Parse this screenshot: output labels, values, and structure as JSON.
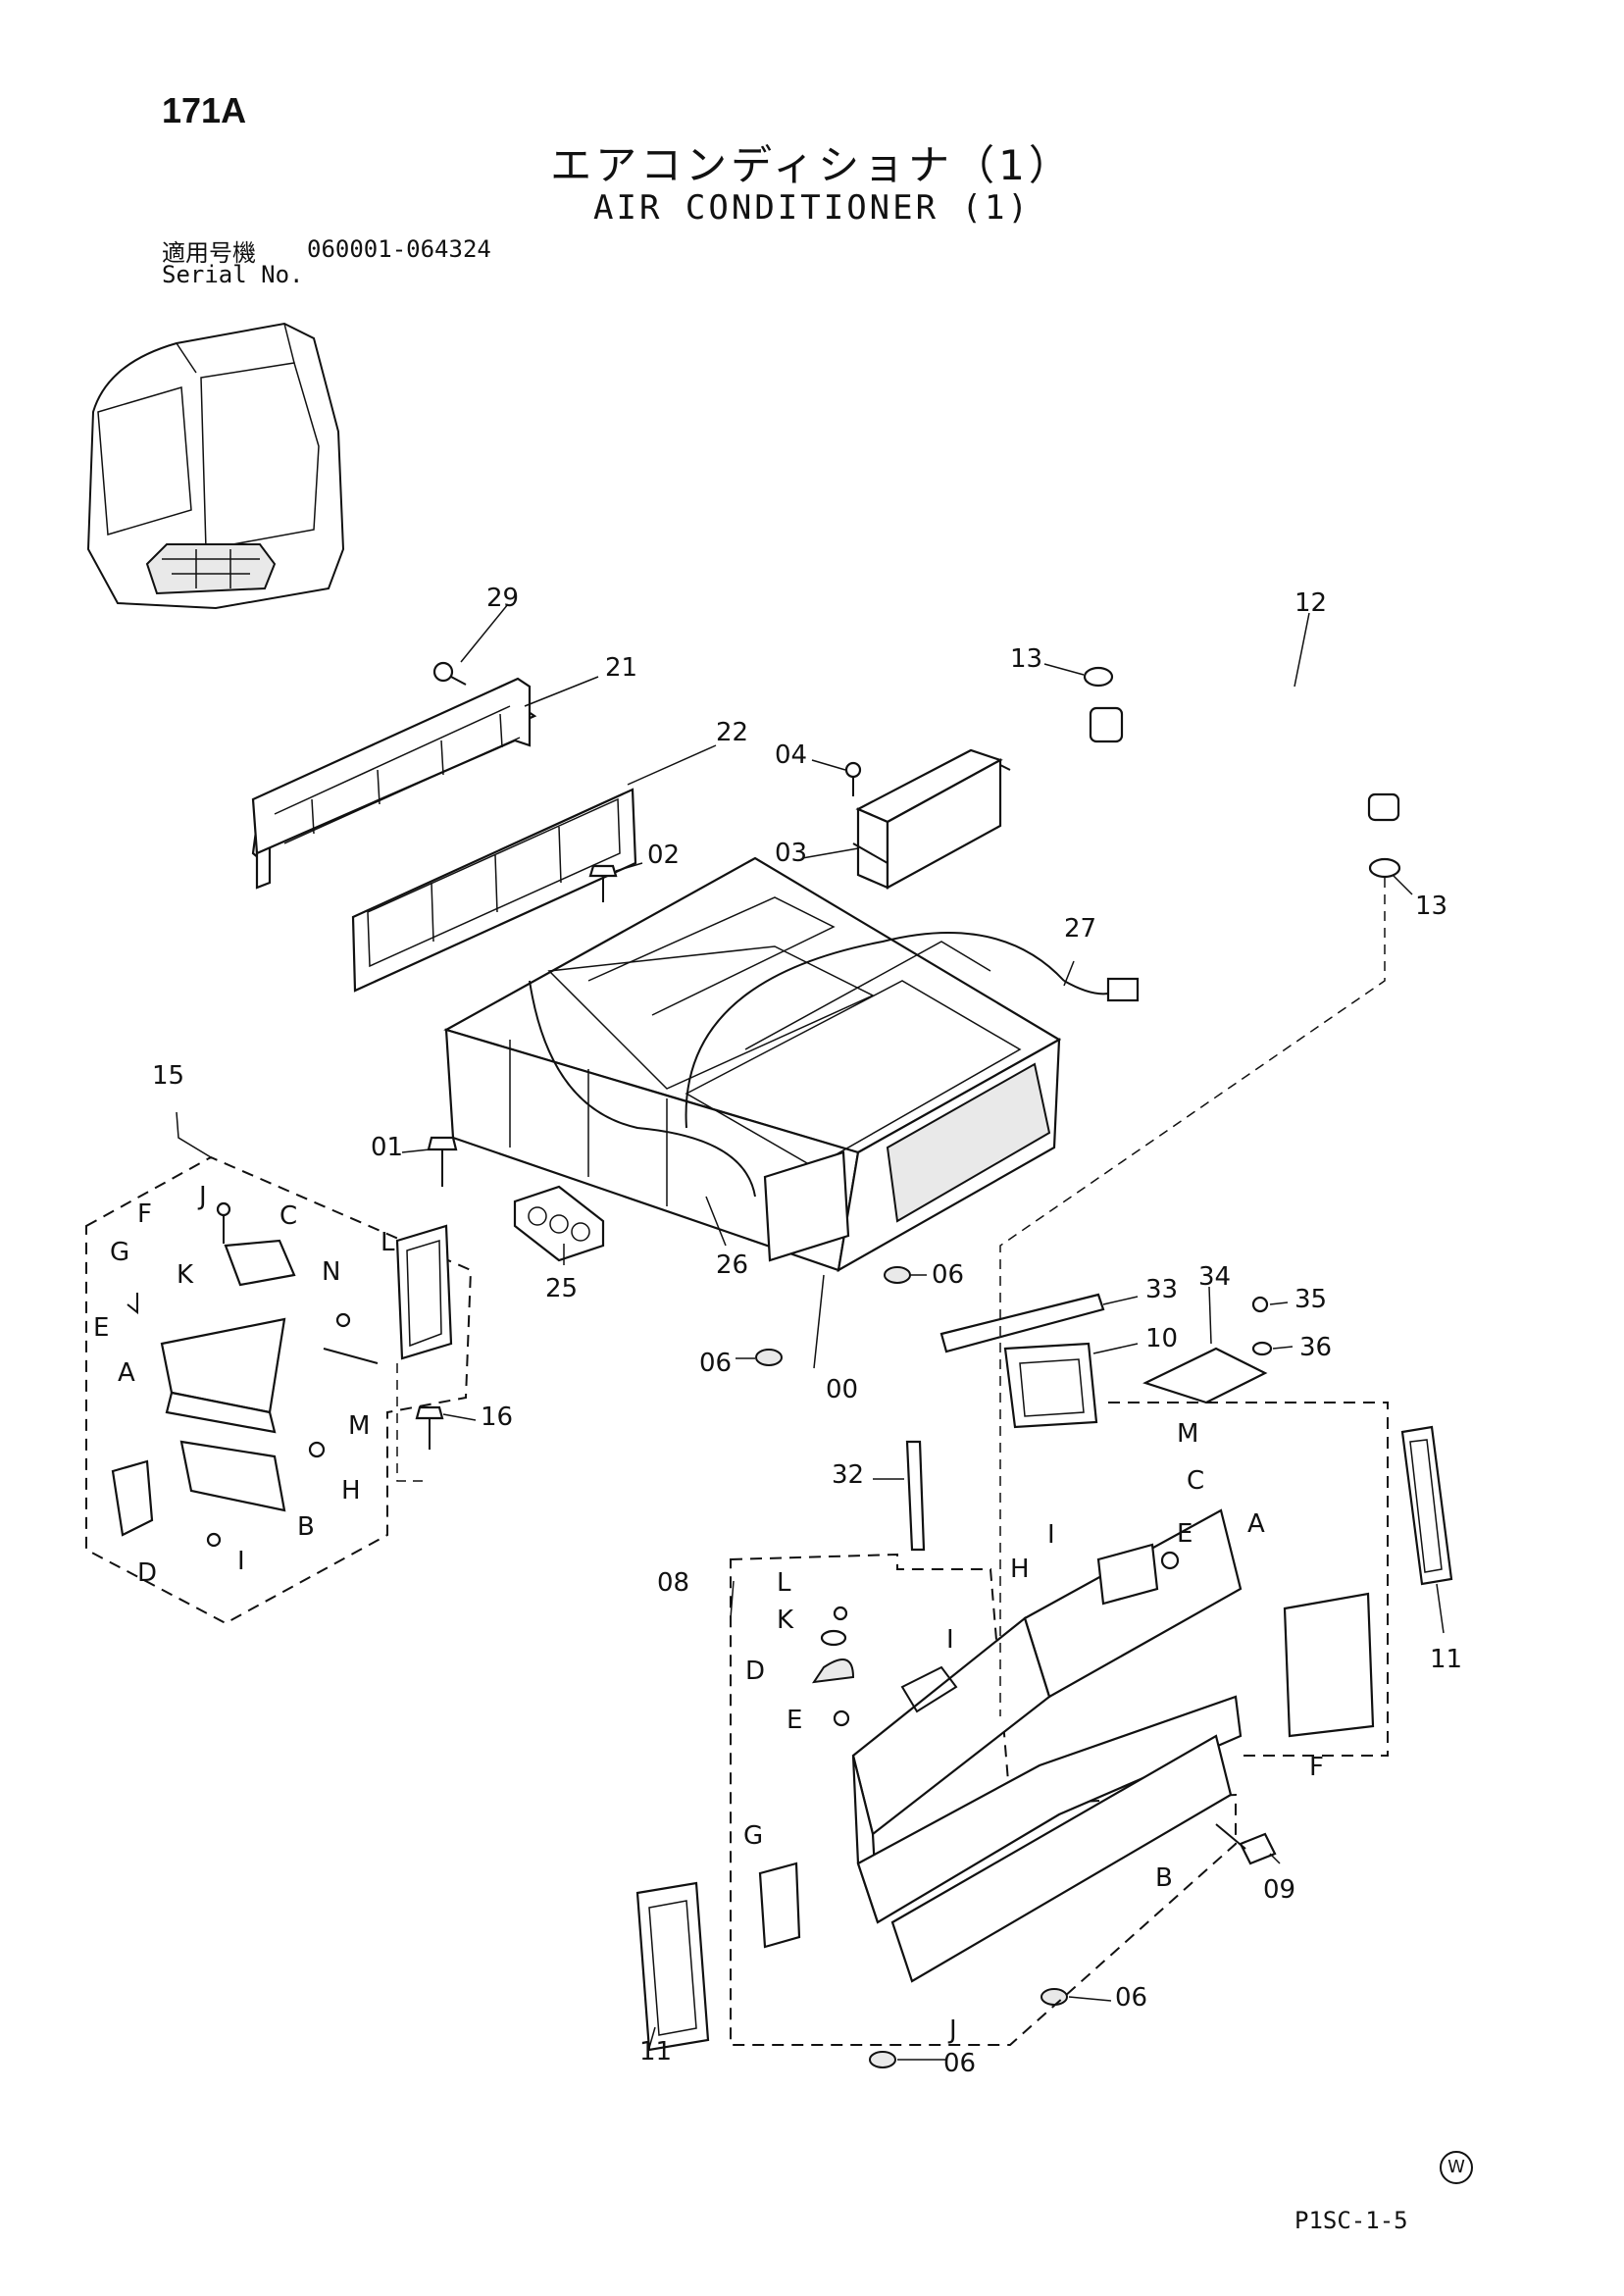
{
  "page": {
    "number": "171A",
    "title_jp": "エアコンディショナ（1）",
    "title_en": "AIR CONDITIONER (1)",
    "serial_label_jp": "適用号機",
    "serial_range": "060001-064324",
    "serial_label_en": "Serial No.",
    "reference_code": "P1SC-1-5",
    "corner_mark": "W"
  },
  "callouts": {
    "c29": "29",
    "c21": "21",
    "c22": "22",
    "c04": "04",
    "c03": "03",
    "c02": "02",
    "c12": "12",
    "c13a": "13",
    "c13b": "13",
    "c27": "27",
    "c15": "15",
    "c01": "01",
    "c25": "25",
    "c26": "26",
    "c06a": "06",
    "c06b": "06",
    "c06c": "06",
    "c06d": "06",
    "c00": "00",
    "c16": "16",
    "c33": "33",
    "c34": "34",
    "c35": "35",
    "c36": "36",
    "c10": "10",
    "c32": "32",
    "c08": "08",
    "c11a": "11",
    "c11b": "11",
    "c09": "09"
  },
  "letters_left": {
    "J": "J",
    "F": "F",
    "C": "C",
    "G": "G",
    "K": "K",
    "L": "L",
    "N": "N",
    "E": "E",
    "A": "A",
    "M": "M",
    "H": "H",
    "B": "B",
    "D": "D",
    "I": "I"
  },
  "letters_right": {
    "M": "M",
    "C": "C",
    "I1": "I",
    "E1": "E",
    "A": "A",
    "H": "H",
    "L": "L",
    "K": "K",
    "I2": "I",
    "D": "D",
    "E2": "E",
    "F": "F",
    "G": "G",
    "B": "B",
    "J": "J"
  }
}
